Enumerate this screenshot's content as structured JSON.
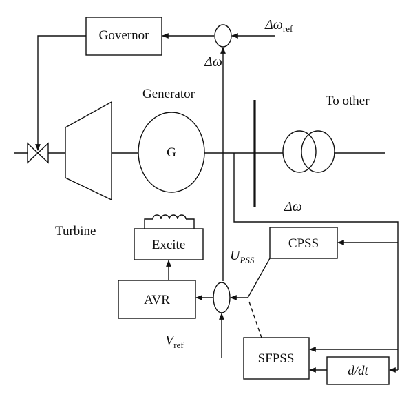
{
  "blocks": {
    "governor": "Governor",
    "excite": "Excite",
    "avr": "AVR",
    "cpss": "CPSS",
    "sfpss": "SFPSS",
    "ddt": "d/dt",
    "generator_symbol": "G"
  },
  "labels": {
    "generator": "Generator",
    "turbine": "Turbine",
    "to_other": "To other",
    "delta_omega_ref": "Δω",
    "delta_omega_ref_sub": "ref",
    "delta_omega_top": "Δω",
    "delta_omega_right": "Δω",
    "u_pss": "U",
    "u_pss_sub": "PSS",
    "v_ref": "V",
    "v_ref_sub": "ref"
  }
}
